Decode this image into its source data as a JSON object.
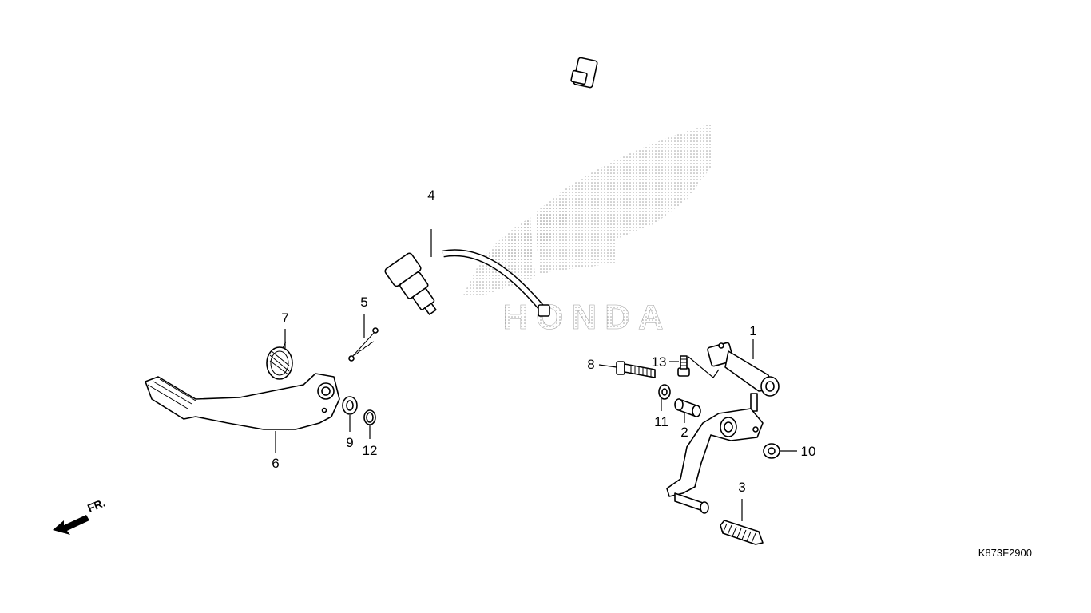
{
  "diagram": {
    "watermark": "HONDA",
    "direction_label": "FR.",
    "drawing_code": "K873F2900",
    "parts": [
      {
        "id": "part-1",
        "number": "1"
      },
      {
        "id": "part-2",
        "number": "2"
      },
      {
        "id": "part-3",
        "number": "3"
      },
      {
        "id": "part-4",
        "number": "4"
      },
      {
        "id": "part-5",
        "number": "5"
      },
      {
        "id": "part-6",
        "number": "6"
      },
      {
        "id": "part-7",
        "number": "7"
      },
      {
        "id": "part-8",
        "number": "8"
      },
      {
        "id": "part-9",
        "number": "9"
      },
      {
        "id": "part-10",
        "number": "10"
      },
      {
        "id": "part-11",
        "number": "11"
      },
      {
        "id": "part-12",
        "number": "12"
      },
      {
        "id": "part-13",
        "number": "13"
      }
    ],
    "colors": {
      "line": "#000000",
      "background": "#ffffff",
      "watermark": "#b0b0b0"
    }
  }
}
